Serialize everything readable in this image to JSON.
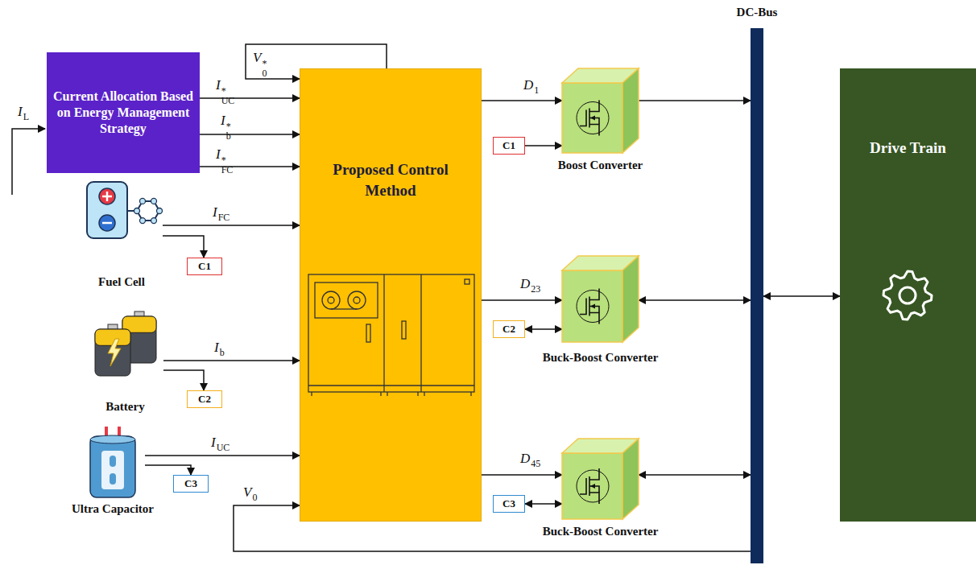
{
  "diagram": {
    "nodes": [
      {
        "text": [
          "Current Allocation Based on Energy Management Strategy"
        ]
      },
      {
        "text": [
          "Proposed Control Method"
        ]
      },
      {
        "text": [
          "Boost Converter"
        ]
      },
      {
        "text": [
          "C1"
        ]
      },
      {
        "text": [
          "DC-Bus"
        ]
      },
      {
        "text": [
          "Drive Train"
        ]
      },
      {
        "text": [
          "Fuel Cell"
        ]
      },
      {
        "text": [
          "C1"
        ]
      },
      {
        "text": [
          "Buck-Boost Converter"
        ]
      },
      {
        "text": [
          "Battery"
        ]
      },
      {
        "text": [
          "C2"
        ]
      },
      {
        "text": [
          "C2"
        ]
      },
      {
        "text": [
          "Ultra Capacitor"
        ]
      },
      {
        "text": [
          "C3"
        ]
      },
      {
        "text": [
          "Buck-Boost Converter"
        ]
      },
      {
        "text": [
          "C3"
        ]
      }
    ],
    "edges": [
      {
        "from": 0,
        "to": 1,
        "arrow": "to",
        "label": "IUC*"
      },
      {
        "from": 0,
        "to": 1,
        "arrow": "to",
        "label": "Ib*"
      },
      {
        "from": 0,
        "to": 1,
        "arrow": "to",
        "label": "IFC*"
      },
      {
        "from": 1,
        "to": 1,
        "arrow": "to",
        "label": "V0*"
      },
      {
        "from": 6,
        "to": 1,
        "arrow": "to",
        "label": "IFC"
      },
      {
        "from": 6,
        "to": 7,
        "arrow": "to"
      },
      {
        "from": 9,
        "to": 1,
        "arrow": "to",
        "label": "Ib"
      },
      {
        "from": 9,
        "to": 10,
        "arrow": "to"
      },
      {
        "from": 12,
        "to": 1,
        "arrow": "to",
        "label": "IUC"
      },
      {
        "from": 12,
        "to": 13,
        "arrow": "to"
      },
      {
        "from": 4,
        "to": 1,
        "arrow": "to",
        "label": "V0"
      },
      {
        "from": 1,
        "to": 2,
        "arrow": "to",
        "label": "D1"
      },
      {
        "from": 3,
        "to": 2,
        "arrow": "to"
      },
      {
        "from": 2,
        "to": 4,
        "arrow": "to"
      },
      {
        "from": 1,
        "to": 8,
        "arrow": "to",
        "label": "D23"
      },
      {
        "from": 11,
        "to": 8,
        "arrow": "both"
      },
      {
        "from": 8,
        "to": 4,
        "arrow": "both"
      },
      {
        "from": 1,
        "to": 14,
        "arrow": "to",
        "label": "D45"
      },
      {
        "from": 15,
        "to": 14,
        "arrow": "both"
      },
      {
        "from": 14,
        "to": 4,
        "arrow": "both"
      },
      {
        "from": 4,
        "to": 5,
        "arrow": "both"
      }
    ],
    "labels": [
      "IL"
    ]
  }
}
